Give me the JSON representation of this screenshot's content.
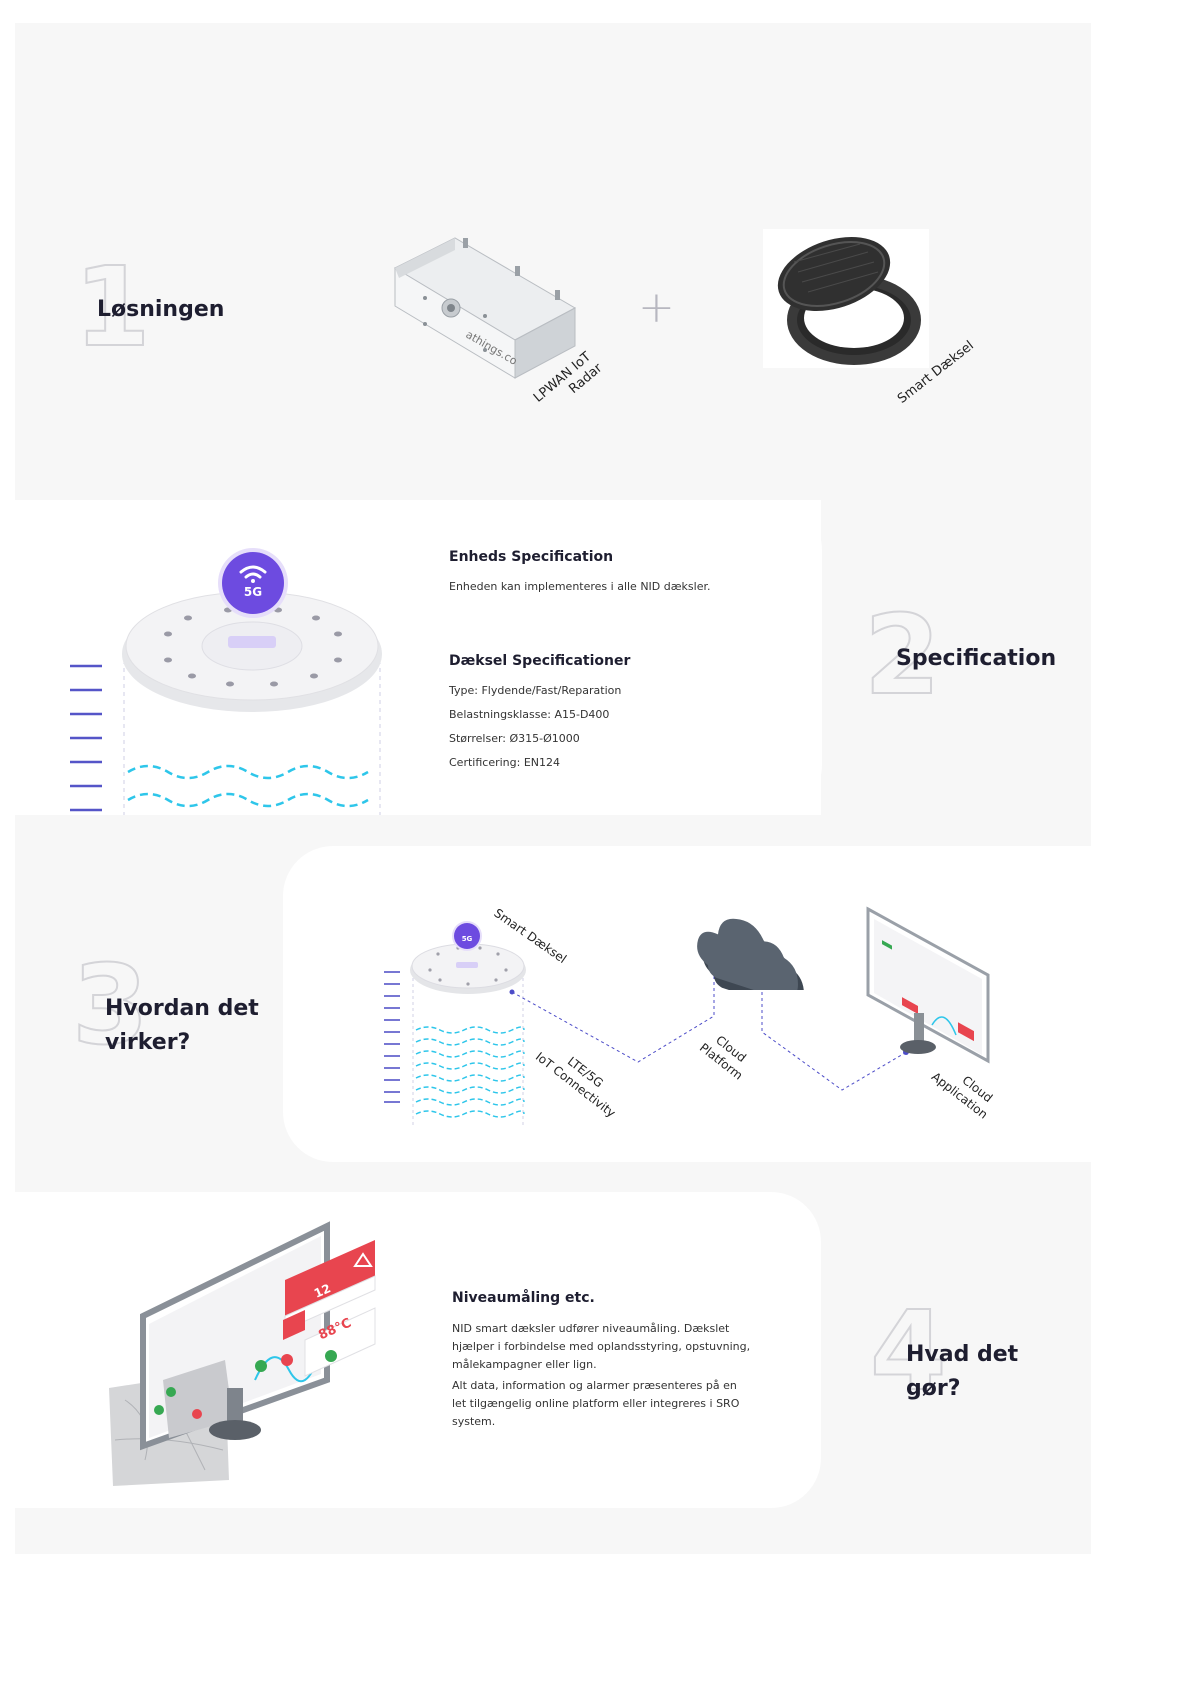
{
  "section1": {
    "number": "1",
    "title": "Løsningen",
    "device_label_line1": "LPWAN IoT",
    "device_label_line2": "Radar",
    "device_brand": "athings.co",
    "plus": "+",
    "cover_label": "Smart Dæksel"
  },
  "section2": {
    "number": "2",
    "title": "Specification",
    "badge": "5G",
    "enheds_title": "Enheds Specification",
    "enheds_text": "Enheden kan implementeres i alle NID dæksler.",
    "daeksel_title": "Dæksel Specificationer",
    "specs": [
      "Type: Flydende/Fast/Reparation",
      "Belastningsklasse: A15-D400",
      "Størrelser: Ø315-Ø1000",
      "Certificering: EN124"
    ]
  },
  "section3": {
    "number": "3",
    "title_line1": "Hvordan det",
    "title_line2": "virker?",
    "badge": "5G",
    "smart_label": "Smart Dæksel",
    "lte_line1": "LTE/5G",
    "lte_line2": "IoT Connectivity",
    "cloud_line1": "Cloud",
    "cloud_line2": "Platform",
    "app_line1": "Cloud",
    "app_line2": "Application"
  },
  "section4": {
    "number": "4",
    "title_line1": "Hvad det",
    "title_line2": "gør?",
    "heading": "Niveaumåling etc.",
    "para1": "NID smart dæksler udfører niveaumåling. Dækslet hjælper i forbindelse med oplandsstyring, opstuvning, målekampagner eller lign.",
    "para2": "Alt data, information og alarmer præsenteres på en let tilgængelig online platform eller integreres i SRO system.",
    "stat_value": "12",
    "temp_value": "88°C"
  },
  "colors": {
    "panel_bg": "#f7f7f7",
    "purple": "#6d4be0",
    "cyan": "#2ec6ea",
    "indigo": "#4c4cc8",
    "red": "#e8454f"
  }
}
